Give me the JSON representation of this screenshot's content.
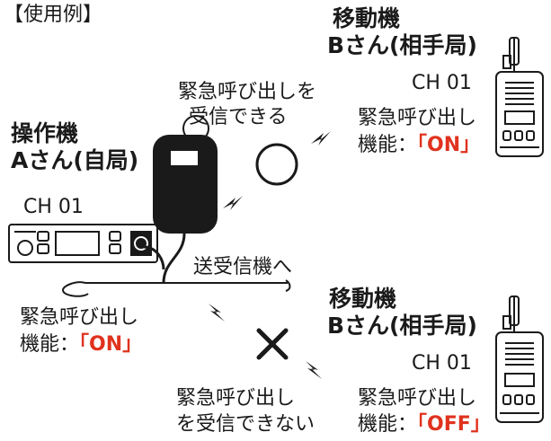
{
  "example_label": "【使用例】",
  "operating_unit": {
    "title": "操作機",
    "name": "Aさん(自局)",
    "channel": "CH 01",
    "function_label": "緊急呼び出し",
    "function_prefix": "機能：",
    "function_state": "「ON」"
  },
  "to_transceiver": "送受信機へ",
  "mobile_top": {
    "title": "移動機",
    "name": "Bさん(相手局)",
    "channel": "CH 01",
    "function_label": "緊急呼び出し",
    "function_prefix": "機能：",
    "function_state": "「ON」"
  },
  "mobile_bottom": {
    "title": "移動機",
    "name": "Bさん(相手局)",
    "channel": "CH 01",
    "function_label": "緊急呼び出し",
    "function_prefix": "機能：",
    "function_state": "「OFF」"
  },
  "can_receive": {
    "line1": "緊急呼び出しを",
    "line2": "受信できる"
  },
  "cannot_receive": {
    "line1": "緊急呼び出し",
    "line2": "を受信できない"
  },
  "colors": {
    "accent": "#e0321e",
    "ink": "#1a1a1a"
  }
}
